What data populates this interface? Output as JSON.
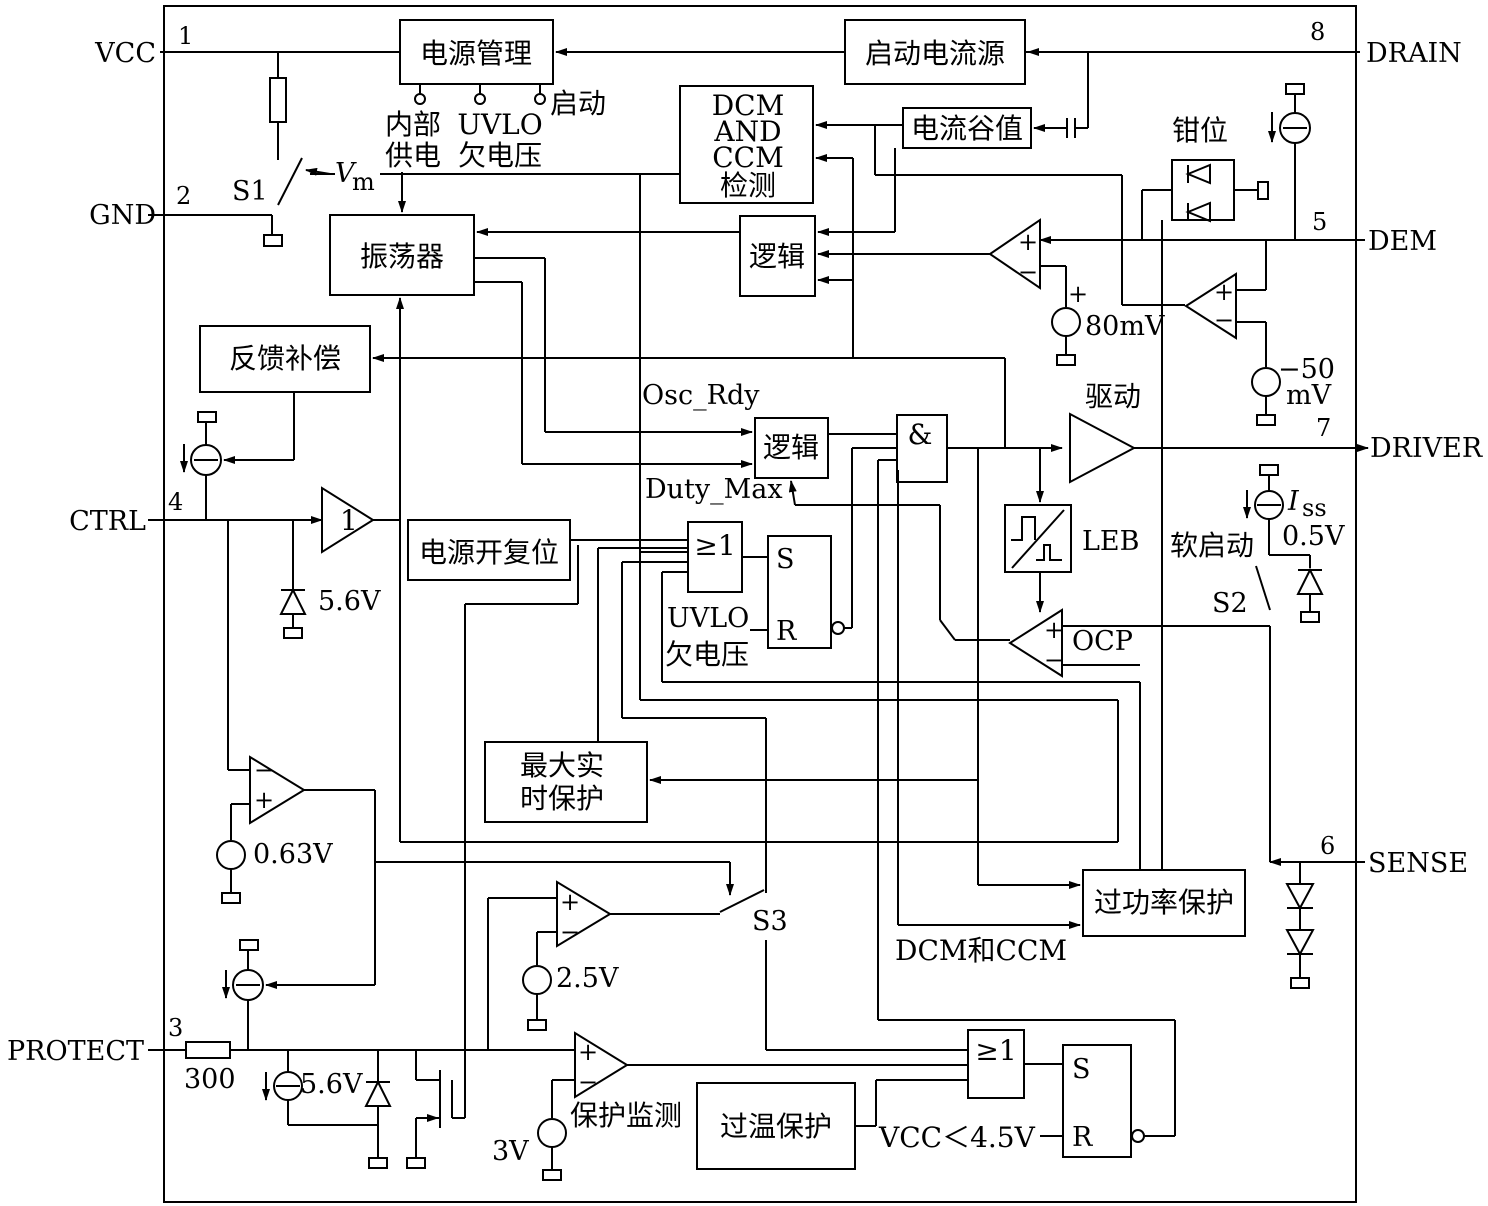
{
  "pins": {
    "vcc": "VCC",
    "vcc_num": "1",
    "gnd": "GND",
    "gnd_num": "2",
    "protect": "PROTECT",
    "protect_num": "3",
    "ctrl": "CTRL",
    "ctrl_num": "4",
    "dem": "DEM",
    "dem_num": "5",
    "sense": "SENSE",
    "sense_num": "6",
    "driver": "DRIVER",
    "driver_num": "7",
    "drain": "DRAIN",
    "drain_num": "8"
  },
  "blocks": {
    "power_mgmt": "电源管理",
    "startup_current": "启动电流源",
    "current_valley": "电流谷值",
    "dcm_l1": "DCM",
    "dcm_l2": "AND",
    "dcm_l3": "CCM",
    "dcm_l4": "检测",
    "oscillator": "振荡器",
    "logic_top": "逻辑",
    "feedback": "反馈补偿",
    "logic_mid": "逻辑",
    "and_gate": "&",
    "power_reset": "电源开复位",
    "or_gate_top": "≥1",
    "sr_top_s": "S",
    "sr_top_r": "R",
    "leb": "LEB",
    "max_prot_l1": "最大实",
    "max_prot_l2": "时保护",
    "over_power": "过功率保护",
    "over_temp": "过温保护",
    "or_gate_bot": "≥1",
    "sr_bot_s": "S",
    "sr_bot_r": "R",
    "comp_buf": "1"
  },
  "labels": {
    "internal_l1": "内部",
    "internal_l2": "供电",
    "uvlo_l1": "UVLO",
    "uvlo_l2": "欠电压",
    "startup": "启动",
    "s1": "S1",
    "vm_v": "V",
    "vm_sub": "m",
    "clamp": "钳位",
    "mv80": "80mV",
    "mv50_a": "−50",
    "mv50_b": "mV",
    "drive": "驱动",
    "osc_rdy": "Osc_Rdy",
    "duty_max": "Duty_Max",
    "uvlo2_l1": "UVLO",
    "uvlo2_l2": "欠电压",
    "iss_i": "I",
    "iss_sub": "ss",
    "v05": "0.5V",
    "soft_start": "软启动",
    "s2": "S2",
    "ocp": "OCP",
    "z56_top": "5.6V",
    "v063": "0.63V",
    "s3": "S3",
    "v25": "2.5V",
    "dcm_ccm": "DCM和CCM",
    "r300": "300",
    "z56_bot": "5.6V",
    "v3": "3V",
    "prot_mon": "保护监测",
    "vcc45": "VCC＜4.5V"
  }
}
